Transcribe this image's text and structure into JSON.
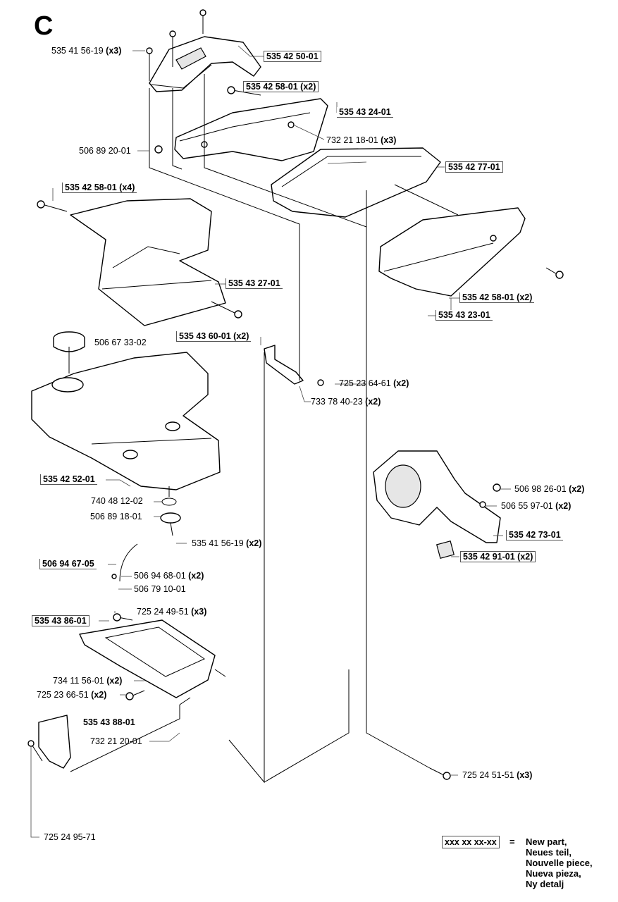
{
  "section_letter": "C",
  "labels": [
    {
      "part": "535 41 56-19",
      "qty": "(x3)",
      "new": false
    },
    {
      "part": "535 42 50-01",
      "qty": "",
      "new": true
    },
    {
      "part": "535 42 58-01",
      "qty": "(x2)",
      "new": true
    },
    {
      "part": "535 43 24-01",
      "qty": "",
      "new": true
    },
    {
      "part": "732 21 18-01",
      "qty": "(x3)",
      "new": false
    },
    {
      "part": "506 89 20-01",
      "qty": "",
      "new": false
    },
    {
      "part": "535 42 77-01",
      "qty": "",
      "new": true
    },
    {
      "part": "535 42 58-01",
      "qty": "(x4)",
      "new": true
    },
    {
      "part": "535 43 27-01",
      "qty": "",
      "new": true
    },
    {
      "part": "535 42 58-01",
      "qty": "(x2)",
      "new": true
    },
    {
      "part": "535 43 23-01",
      "qty": "",
      "new": true
    },
    {
      "part": "535 43 60-01",
      "qty": "(x2)",
      "new": true
    },
    {
      "part": "506 67 33-02",
      "qty": "",
      "new": false
    },
    {
      "part": "725 23 64-61",
      "qty": "(x2)",
      "new": false
    },
    {
      "part": "733 78 40-23",
      "qty": "(x2)",
      "new": false
    },
    {
      "part": "535 42 52-01",
      "qty": "",
      "new": true
    },
    {
      "part": "740 48 12-02",
      "qty": "",
      "new": false
    },
    {
      "part": "506 89 18-01",
      "qty": "",
      "new": false
    },
    {
      "part": "535 41 56-19",
      "qty": "(x2)",
      "new": false
    },
    {
      "part": "506 98 26-01",
      "qty": "(x2)",
      "new": false
    },
    {
      "part": "506 55 97-01",
      "qty": "(x2)",
      "new": false
    },
    {
      "part": "535 42 73-01",
      "qty": "",
      "new": true
    },
    {
      "part": "535 42 91-01",
      "qty": "(x2)",
      "new": true
    },
    {
      "part": "506 94 67-05",
      "qty": "",
      "new": true
    },
    {
      "part": "506 94 68-01",
      "qty": "(x2)",
      "new": false
    },
    {
      "part": "506 79 10-01",
      "qty": "",
      "new": false
    },
    {
      "part": "725 24 49-51",
      "qty": "(x3)",
      "new": false
    },
    {
      "part": "535 43 86-01",
      "qty": "",
      "new": true
    },
    {
      "part": "734 11 56-01",
      "qty": "(x2)",
      "new": false
    },
    {
      "part": "725 23 66-51",
      "qty": "(x2)",
      "new": false
    },
    {
      "part": "535 43 88-01",
      "qty": "",
      "new": true
    },
    {
      "part": "732 21 20-01",
      "qty": "",
      "new": false
    },
    {
      "part": "725 24 51-51",
      "qty": "(x3)",
      "new": false
    },
    {
      "part": "725 24 95-71",
      "qty": "",
      "new": false
    }
  ],
  "legend": {
    "key": "xxx xx xx-xx",
    "equals": "=",
    "lines": [
      "New part,",
      "Neues teil,",
      "Nouvelle piece,",
      "Nueva pieza,",
      "Ny detalj"
    ]
  }
}
